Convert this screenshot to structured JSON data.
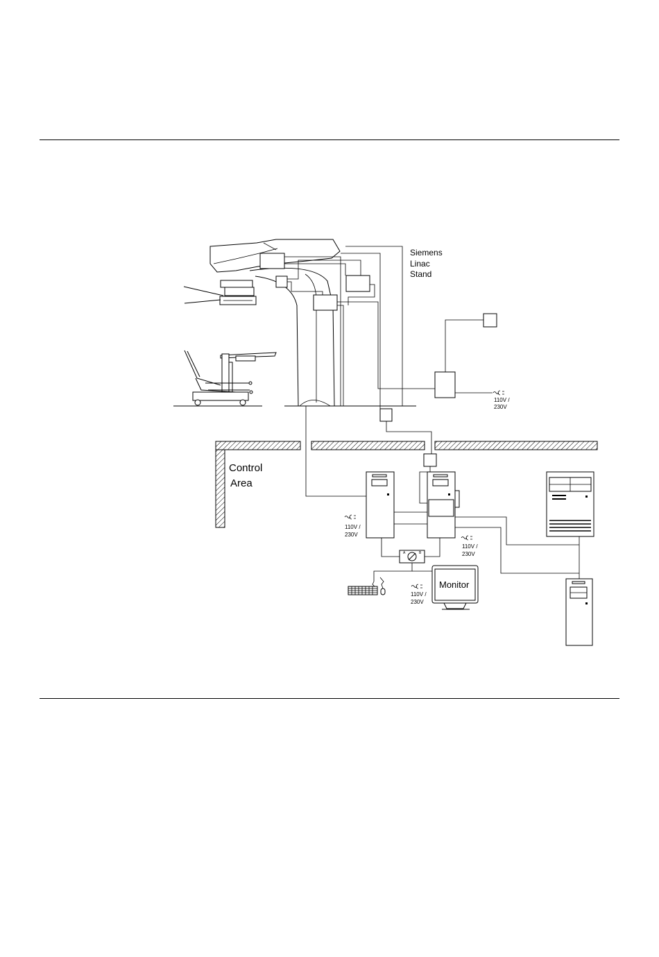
{
  "diagram": {
    "labels": {
      "stand_line1": "Siemens",
      "stand_line2": "Linac",
      "stand_line3": "Stand",
      "control_line1": "Control",
      "control_line2": "Area",
      "monitor": "Monitor"
    },
    "power": {
      "p1_line1": "110V /",
      "p1_line2": "230V",
      "p2_line1": "110V /",
      "p2_line2": "230V",
      "p3_line1": "110V /",
      "p3_line2": "230V",
      "p4_line1": "110V /",
      "p4_line2": "230V"
    },
    "switch_ports": {
      "a": "A",
      "b": "B"
    }
  }
}
